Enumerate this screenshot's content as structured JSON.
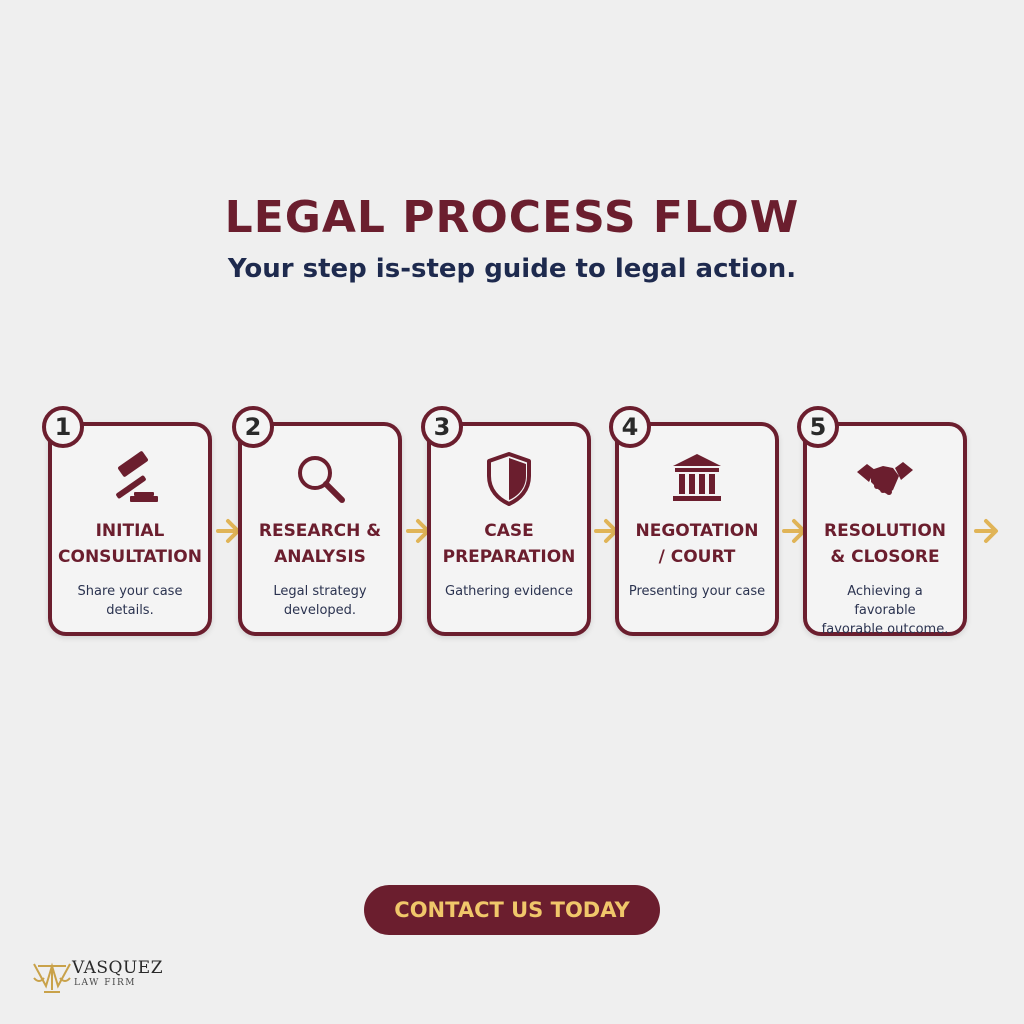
{
  "header": {
    "title": "LEGAL PROCESS FLOW",
    "subtitle": "Your step is-step guide to legal action."
  },
  "steps": [
    {
      "number": "1",
      "title_line1": "INITIAL",
      "title_line2": "CONSULTATION",
      "desc_line1": "Share your case details.",
      "desc_line2": "",
      "icon": "gavel-icon"
    },
    {
      "number": "2",
      "title_line1": "RESEARCH &",
      "title_line2": "ANALYSIS",
      "desc_line1": "Legal strategy",
      "desc_line2": "developed.",
      "icon": "magnifier-icon"
    },
    {
      "number": "3",
      "title_line1": "CASE",
      "title_line2": "PREPARATION",
      "desc_line1": "Gathering evidence",
      "desc_line2": "",
      "icon": "shield-icon"
    },
    {
      "number": "4",
      "title_line1": "NEGOTATION",
      "title_line2": "/ COURT",
      "desc_line1": "Presenting your case",
      "desc_line2": "",
      "icon": "courthouse-icon"
    },
    {
      "number": "5",
      "title_line1": "RESOLUTION",
      "title_line2": "& CLOSORE",
      "desc_line1": "Achieving a favorable",
      "desc_line2": "favorable outcome.",
      "icon": "handshake-icon"
    }
  ],
  "cta": {
    "label": "CONTACT US TODAY"
  },
  "logo": {
    "name": "VASQUEZ",
    "subtitle": "LAW FIRM"
  },
  "colors": {
    "brand": "#6b1e2e",
    "navy": "#1e2a4e",
    "gold": "#e0b457",
    "background": "#efefef"
  }
}
